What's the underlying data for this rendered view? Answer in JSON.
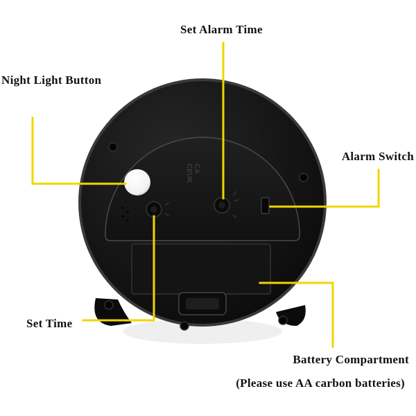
{
  "labels": {
    "set_alarm_time": "Set Alarm Time",
    "night_light_button": "Night Light Button",
    "alarm_switch": "Alarm Switch",
    "set_time": "Set Time",
    "battery_compartment": "Battery Compartment",
    "battery_note": "(Please use AA carbon batteries)"
  },
  "marking": {
    "line1": "CEUK",
    "line2": "CA"
  },
  "colors": {
    "callout": "#f2d500",
    "label_text": "#111111",
    "clock_body": "#141414",
    "night_light": "#ffffff"
  }
}
